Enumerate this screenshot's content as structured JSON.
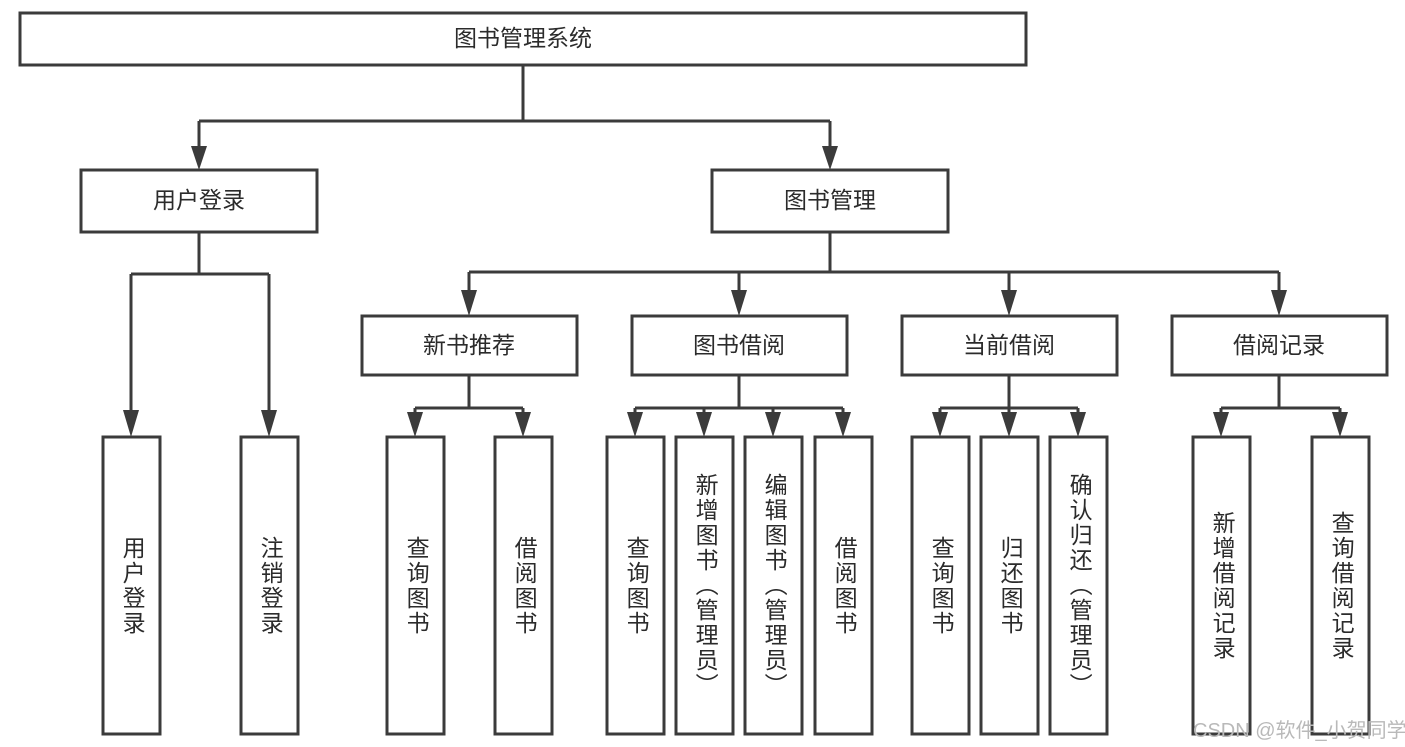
{
  "diagram": {
    "type": "hierarchy-tree",
    "title": "图书管理系统",
    "orientation": "top-down",
    "colors": {
      "box_stroke": "#3b3b3b",
      "box_fill": "#ffffff",
      "text": "#2b2b2b",
      "connector": "#3b3b3b",
      "watermark": "#b9b9b9",
      "background": "#ffffff"
    },
    "levels": {
      "root": "图书管理系统",
      "level2": [
        "用户登录",
        "图书管理"
      ],
      "level3": [
        "新书推荐",
        "图书借阅",
        "当前借阅",
        "借阅记录"
      ],
      "level4": [
        "用户登录",
        "注销登录",
        "查询图书",
        "借阅图书",
        "查询图书",
        "新增图书（管理员）",
        "编辑图书（管理员）",
        "借阅图书",
        "查询图书",
        "归还图书",
        "确认归还（管理员）",
        "新增借阅记录",
        "查询借阅记录"
      ]
    },
    "nodes": {
      "root": {
        "label": "图书管理系统"
      },
      "user_login": {
        "label": "用户登录"
      },
      "book_mgmt": {
        "label": "图书管理"
      },
      "new_book_rec": {
        "label": "新书推荐"
      },
      "book_borrow": {
        "label": "图书借阅"
      },
      "current_borrow": {
        "label": "当前借阅"
      },
      "borrow_record": {
        "label": "借阅记录"
      },
      "leaf_user_login": {
        "label": "用户登录"
      },
      "leaf_logout": {
        "label": "注销登录"
      },
      "leaf_query_book_1": {
        "label": "查询图书"
      },
      "leaf_borrow_book_1": {
        "label": "借阅图书"
      },
      "leaf_query_book_2": {
        "label": "查询图书"
      },
      "leaf_add_book": {
        "label": "新增图书（管理员）"
      },
      "leaf_edit_book": {
        "label": "编辑图书（管理员）"
      },
      "leaf_borrow_book_2": {
        "label": "借阅图书"
      },
      "leaf_query_book_3": {
        "label": "查询图书"
      },
      "leaf_return_book": {
        "label": "归还图书"
      },
      "leaf_confirm_return": {
        "label": "确认归还（管理员）"
      },
      "leaf_add_record": {
        "label": "新增借阅记录"
      },
      "leaf_query_record": {
        "label": "查询借阅记录"
      }
    },
    "edges": [
      {
        "from": "图书管理系统",
        "to": "用户登录"
      },
      {
        "from": "图书管理系统",
        "to": "图书管理"
      },
      {
        "from": "用户登录",
        "to": "用户登录"
      },
      {
        "from": "用户登录",
        "to": "注销登录"
      },
      {
        "from": "图书管理",
        "to": "新书推荐"
      },
      {
        "from": "图书管理",
        "to": "图书借阅"
      },
      {
        "from": "图书管理",
        "to": "当前借阅"
      },
      {
        "from": "图书管理",
        "to": "借阅记录"
      },
      {
        "from": "新书推荐",
        "to": "查询图书"
      },
      {
        "from": "新书推荐",
        "to": "借阅图书"
      },
      {
        "from": "图书借阅",
        "to": "查询图书"
      },
      {
        "from": "图书借阅",
        "to": "新增图书（管理员）"
      },
      {
        "from": "图书借阅",
        "to": "编辑图书（管理员）"
      },
      {
        "from": "图书借阅",
        "to": "借阅图书"
      },
      {
        "from": "当前借阅",
        "to": "查询图书"
      },
      {
        "from": "当前借阅",
        "to": "归还图书"
      },
      {
        "from": "当前借阅",
        "to": "确认归还（管理员）"
      },
      {
        "from": "借阅记录",
        "to": "新增借阅记录"
      },
      {
        "from": "借阅记录",
        "to": "查询借阅记录"
      }
    ]
  },
  "watermark": {
    "text": "CSDN @软件_小贺同学"
  }
}
